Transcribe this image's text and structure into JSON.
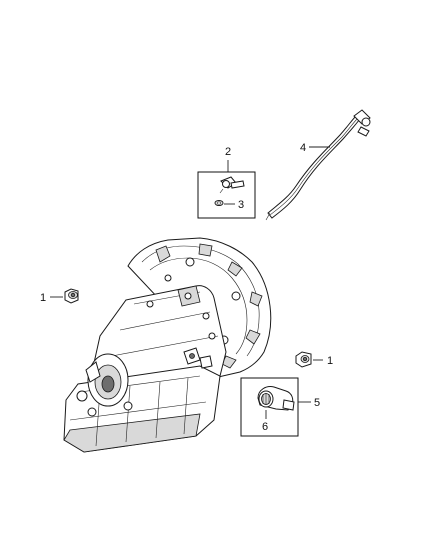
{
  "callouts": {
    "c1_left": "1",
    "c1_right": "1",
    "c2": "2",
    "c3": "3",
    "c4": "4",
    "c5": "5",
    "c6": "6"
  },
  "parts": [
    {
      "number": "1",
      "depiction": "plug"
    },
    {
      "number": "2",
      "depiction": "fitting"
    },
    {
      "number": "3",
      "depiction": "o-ring"
    },
    {
      "number": "4",
      "depiction": "vent-tube"
    },
    {
      "number": "5",
      "depiction": "sensor-kit"
    },
    {
      "number": "6",
      "depiction": "sensor"
    }
  ]
}
